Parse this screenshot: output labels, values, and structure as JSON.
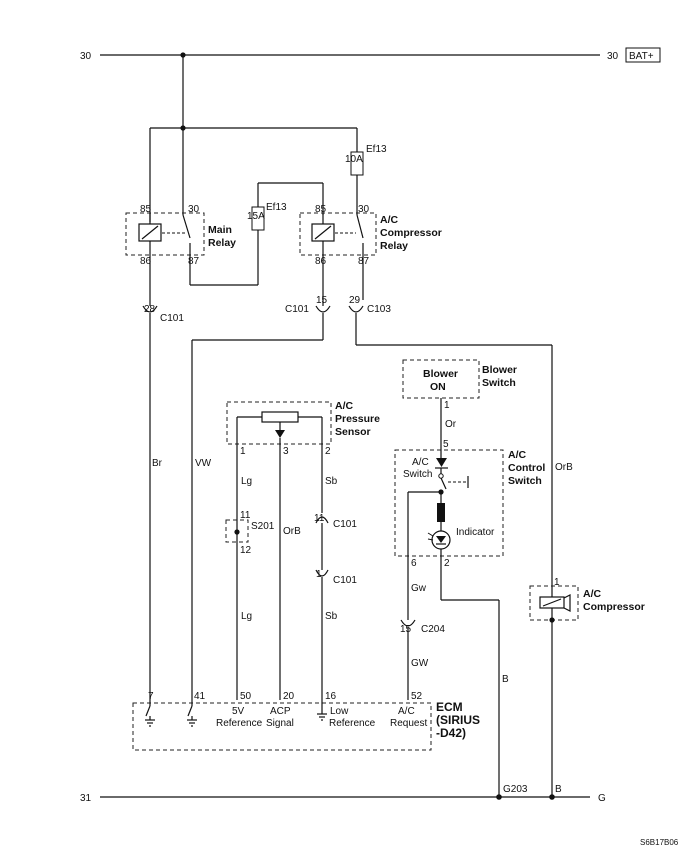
{
  "rails": {
    "top_left": "30",
    "top_right": "30",
    "bat_label": "BAT+",
    "bottom_left": "31",
    "bottom_right": "G"
  },
  "main_relay": {
    "title": [
      "Main",
      "Relay"
    ],
    "pin_85": "85",
    "pin_30": "30",
    "pin_86": "86",
    "pin_87": "87"
  },
  "fuse_ef13_15a": {
    "name": "Ef13",
    "rating": "15A"
  },
  "fuse_ef13_10a": {
    "name": "Ef13",
    "rating": "10A"
  },
  "ac_comp_relay": {
    "title": [
      "A/C",
      "Compressor",
      "Relay"
    ],
    "pin_85": "85",
    "pin_30": "30",
    "pin_86": "86",
    "pin_87": "87"
  },
  "connectors": {
    "c101_28": {
      "pin": "28",
      "name": "C101"
    },
    "c101_15": {
      "pin": "15",
      "name": "C101"
    },
    "c103_29": {
      "pin": "29",
      "name": "C103"
    },
    "c101_11": {
      "pin": "11",
      "name": "C101"
    },
    "c101_1": {
      "pin": "1",
      "name": "C101"
    },
    "c204_15": {
      "pin": "15",
      "name": "C204"
    }
  },
  "blower_switch": {
    "inner": [
      "Blower",
      "ON"
    ],
    "title": [
      "Blower",
      "Switch"
    ],
    "pin": "1"
  },
  "pressure_sensor": {
    "title": [
      "A/C",
      "Pressure",
      "Sensor"
    ],
    "pin1": "1",
    "pin3": "3",
    "pin2": "2"
  },
  "splice": {
    "name": "S201",
    "pin_top": "11",
    "pin_bottom": "12"
  },
  "ac_control_switch": {
    "title": [
      "A/C",
      "Control",
      "Switch"
    ],
    "switch_label": [
      "A/C",
      "Switch"
    ],
    "indicator": "Indicator",
    "pin5": "5",
    "pin6": "6",
    "pin2": "2"
  },
  "compressor": {
    "title": [
      "A/C",
      "Compressor"
    ],
    "pin": "1"
  },
  "wire_colors": {
    "br": "Br",
    "vw": "VW",
    "lg1": "Lg",
    "orb1": "OrB",
    "sb1": "Sb",
    "lg2": "Lg",
    "sb2": "Sb",
    "or": "Or",
    "gw1": "Gw",
    "gw2": "GW",
    "b1": "B",
    "b2": "B",
    "orb2": "OrB"
  },
  "ecm": {
    "title": [
      "ECM",
      "(SIRIUS",
      "-D42)"
    ],
    "pins": [
      "7",
      "41",
      "50",
      "20",
      "16",
      "52"
    ],
    "label_5v": [
      "5V",
      "Reference"
    ],
    "label_acp": [
      "ACP",
      "Signal"
    ],
    "label_low": [
      "Low",
      "Reference"
    ],
    "label_ac": [
      "A/C",
      "Request"
    ]
  },
  "ground": {
    "name": "G203"
  },
  "figure_code": "S6B17B06"
}
